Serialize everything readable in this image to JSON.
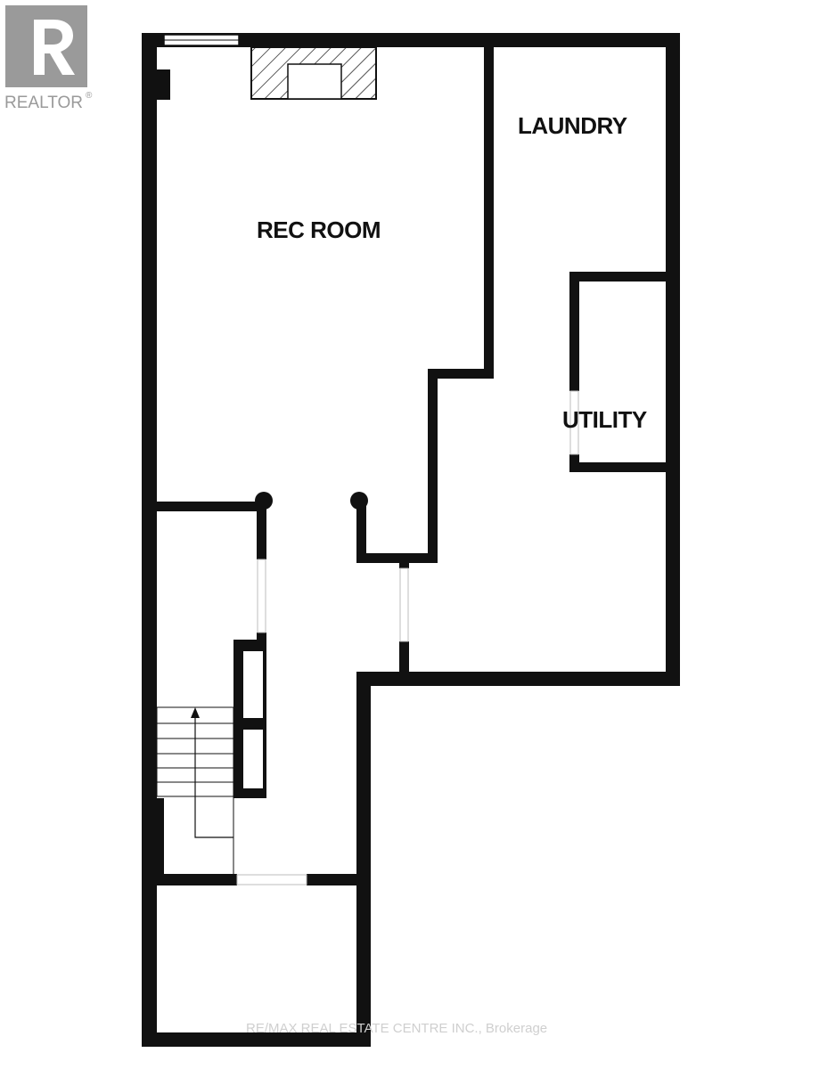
{
  "logo": {
    "wordmark": "REALTOR",
    "registered_mark": "®",
    "icon": "realtor-r-logo-icon"
  },
  "rooms": {
    "rec_room": "REC ROOM",
    "laundry": "LAUNDRY",
    "utility": "UTILITY"
  },
  "watermark": "RE/MAX REAL ESTATE CENTRE INC., Brokerage",
  "colors": {
    "wall": "#111111",
    "background": "#ffffff",
    "logo_gray": "#9a9a9a",
    "watermark_gray": "#cfcfcf"
  }
}
